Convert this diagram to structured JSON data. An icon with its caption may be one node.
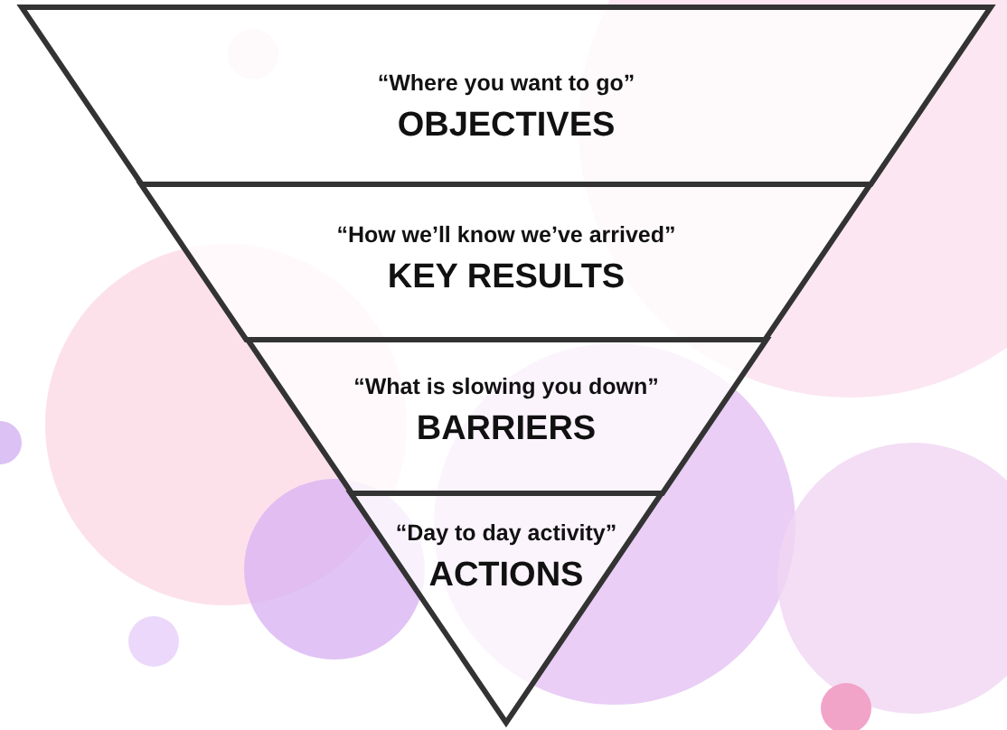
{
  "diagram": {
    "nodes": [
      {
        "text": [
          "“Where you want to go”",
          "OBJECTIVES"
        ]
      },
      {
        "text": [
          "“How we’ll know we’ve arrived”",
          "KEY RESULTS"
        ]
      },
      {
        "text": [
          "“What is slowing you down”",
          "BARRIERS"
        ]
      },
      {
        "text": [
          "“Day to day activity”",
          "ACTIONS"
        ]
      }
    ]
  }
}
